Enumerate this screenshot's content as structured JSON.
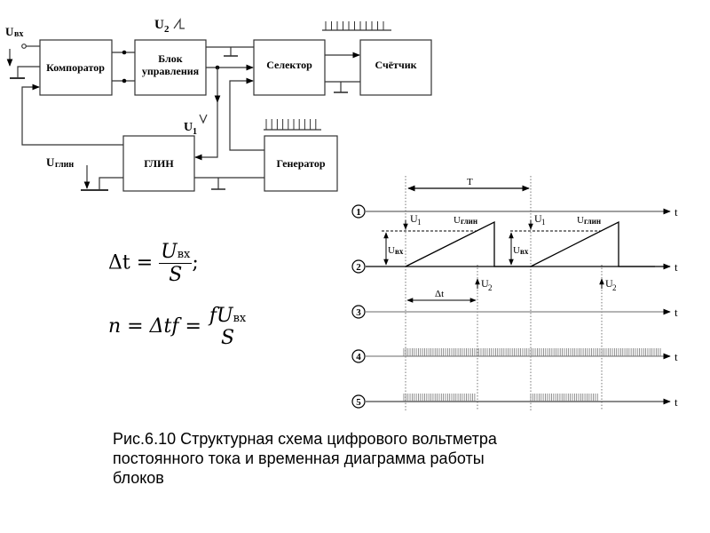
{
  "block_diagram": {
    "blocks": {
      "comparator": "Компоратор",
      "control_line1": "Блок",
      "control_line2": "управления",
      "selector": "Селектор",
      "counter": "Счётчик",
      "glin": "ГЛИН",
      "generator": "Генератор"
    },
    "signals": {
      "u_in_main": "U",
      "u_in_sub": "вх",
      "u2_main": "U",
      "u2_sub": "2",
      "u1_main": "U",
      "u1_sub": "1",
      "u_glin_main": "U",
      "u_glin_sub": "глин"
    }
  },
  "timing_diagram": {
    "period_label": "T",
    "delta_t_label": "Δt",
    "axis_label": "t",
    "channels": [
      "1",
      "2",
      "3",
      "4",
      "5"
    ],
    "annotations": {
      "u1_main": "U",
      "u1_sub": "1",
      "u_glin_main": "U",
      "u_glin_sub": "глин",
      "u_in_main": "U",
      "u_in_sub": "вх",
      "u2_main": "U",
      "u2_sub": "2"
    }
  },
  "formulas": {
    "f1_lhs": "Δt =",
    "f1_num": "U",
    "f1_num_sub": "вх",
    "f1_den": "S",
    "f1_end": ";",
    "f2_lhs": "n = Δtf =",
    "f2_num_prefix": "f",
    "f2_num": "U",
    "f2_num_sub": "вх",
    "f2_den": "S"
  },
  "caption": {
    "line1": "Рис.6.10 Структурная схема цифрового вольтметра",
    "line2": "постоянного тока и временная диаграмма работы",
    "line3": "блоков"
  }
}
